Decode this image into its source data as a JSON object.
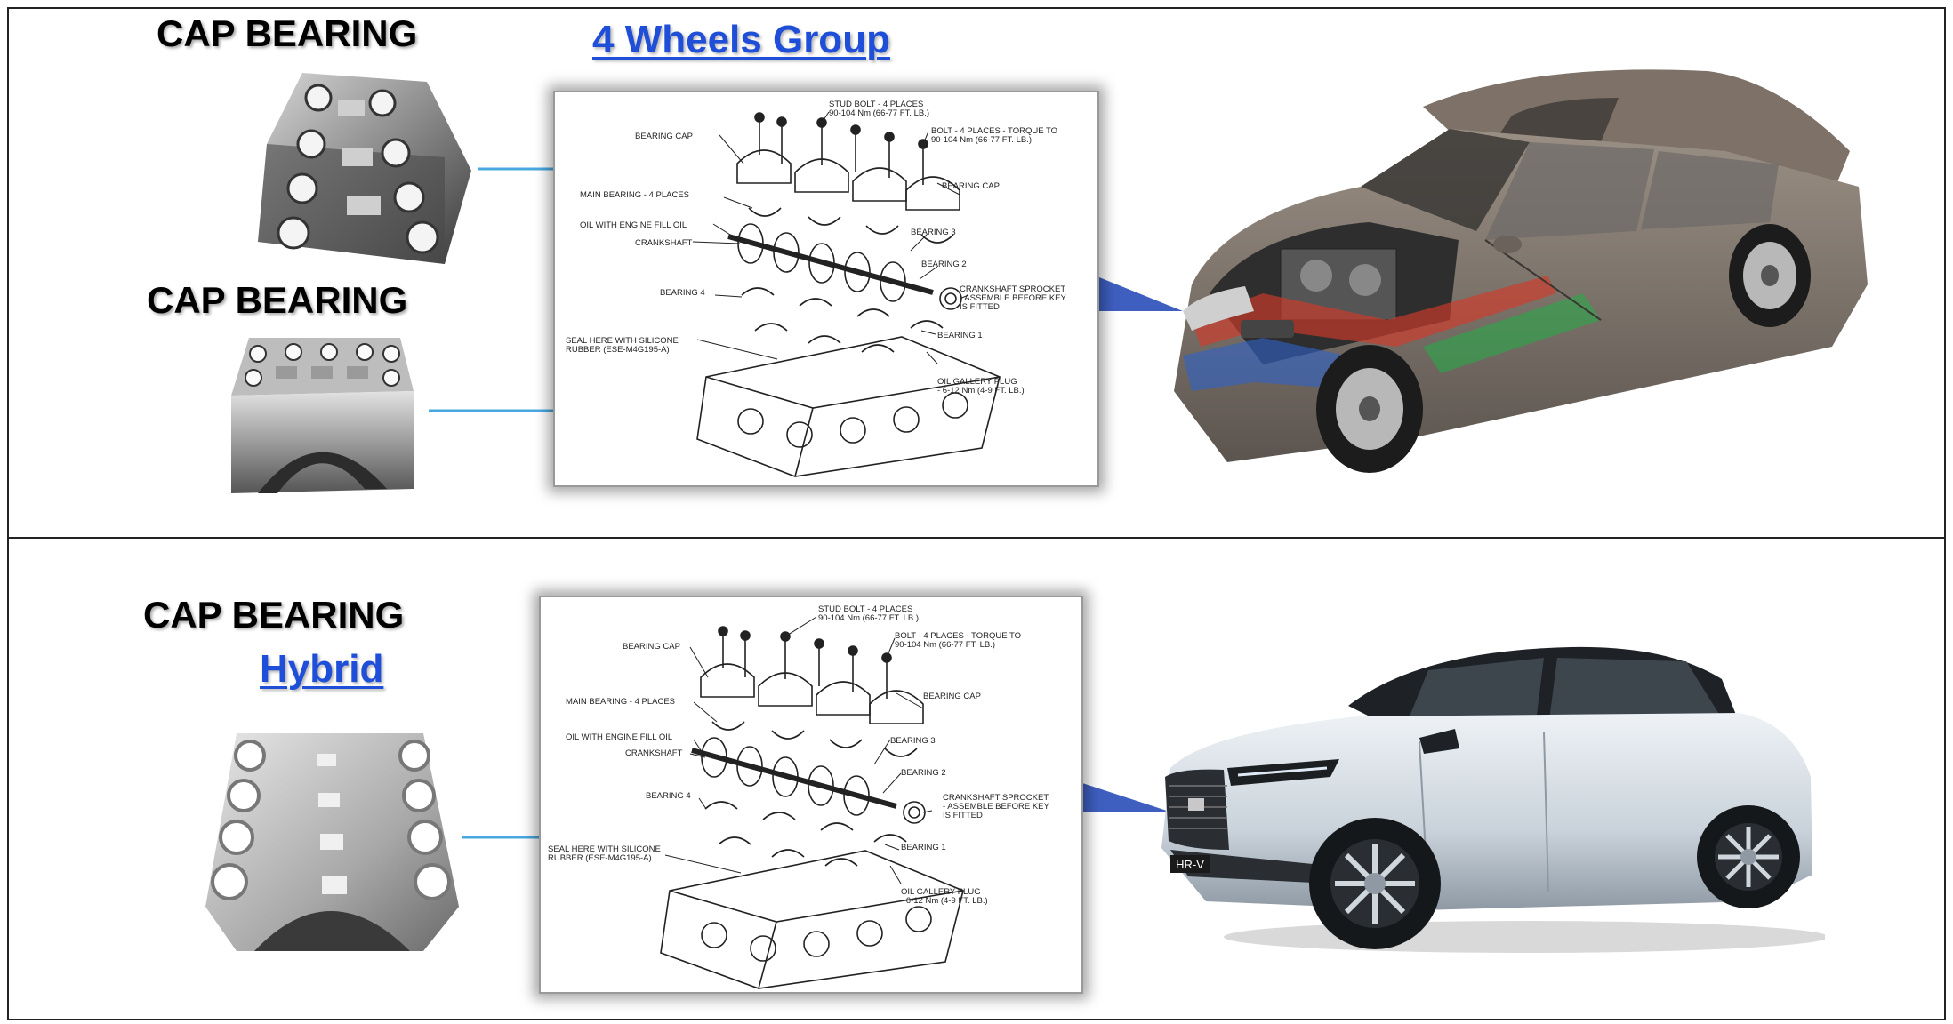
{
  "top": {
    "label_cap_bearing_1": "CAP BEARING",
    "label_cap_bearing_2": "CAP BEARING",
    "group_link": "4 Wheels Group"
  },
  "bottom": {
    "label_cap_bearing": "CAP BEARING",
    "hybrid_link": "Hybrid",
    "car_badge": "HR-V"
  },
  "diagram_labels": {
    "stud_bolt_1": "STUD BOLT - 4 PLACES",
    "stud_bolt_2": "90-104 Nm (66-77 FT. LB.)",
    "bolt_1": "BOLT - 4 PLACES - TORQUE TO",
    "bolt_2": "90-104 Nm (66-77 FT. LB.)",
    "bearing_cap_left": "BEARING CAP",
    "bearing_cap_right": "BEARING CAP",
    "main_bearing": "MAIN BEARING - 4 PLACES",
    "oil_fill": "OIL WITH ENGINE FILL OIL",
    "crankshaft": "CRANKSHAFT",
    "bearing_3": "BEARING 3",
    "bearing_2": "BEARING 2",
    "bearing_4": "BEARING 4",
    "sprocket_1": "CRANKSHAFT SPROCKET",
    "sprocket_2": "- ASSEMBLE BEFORE KEY",
    "sprocket_3": "IS FITTED",
    "seal_1": "SEAL HERE WITH SILICONE",
    "seal_2": "RUBBER (ESE-M4G195-A)",
    "bearing_1": "BEARING 1",
    "plug_1": "OIL GALLERY PLUG",
    "plug_2": "- 6-12 Nm (4-9 FT. LB.)"
  },
  "colors": {
    "link_blue": "#1f4ed8",
    "connector_blue": "#4aa8e0",
    "arrow_blue": "#3f5fc0"
  }
}
